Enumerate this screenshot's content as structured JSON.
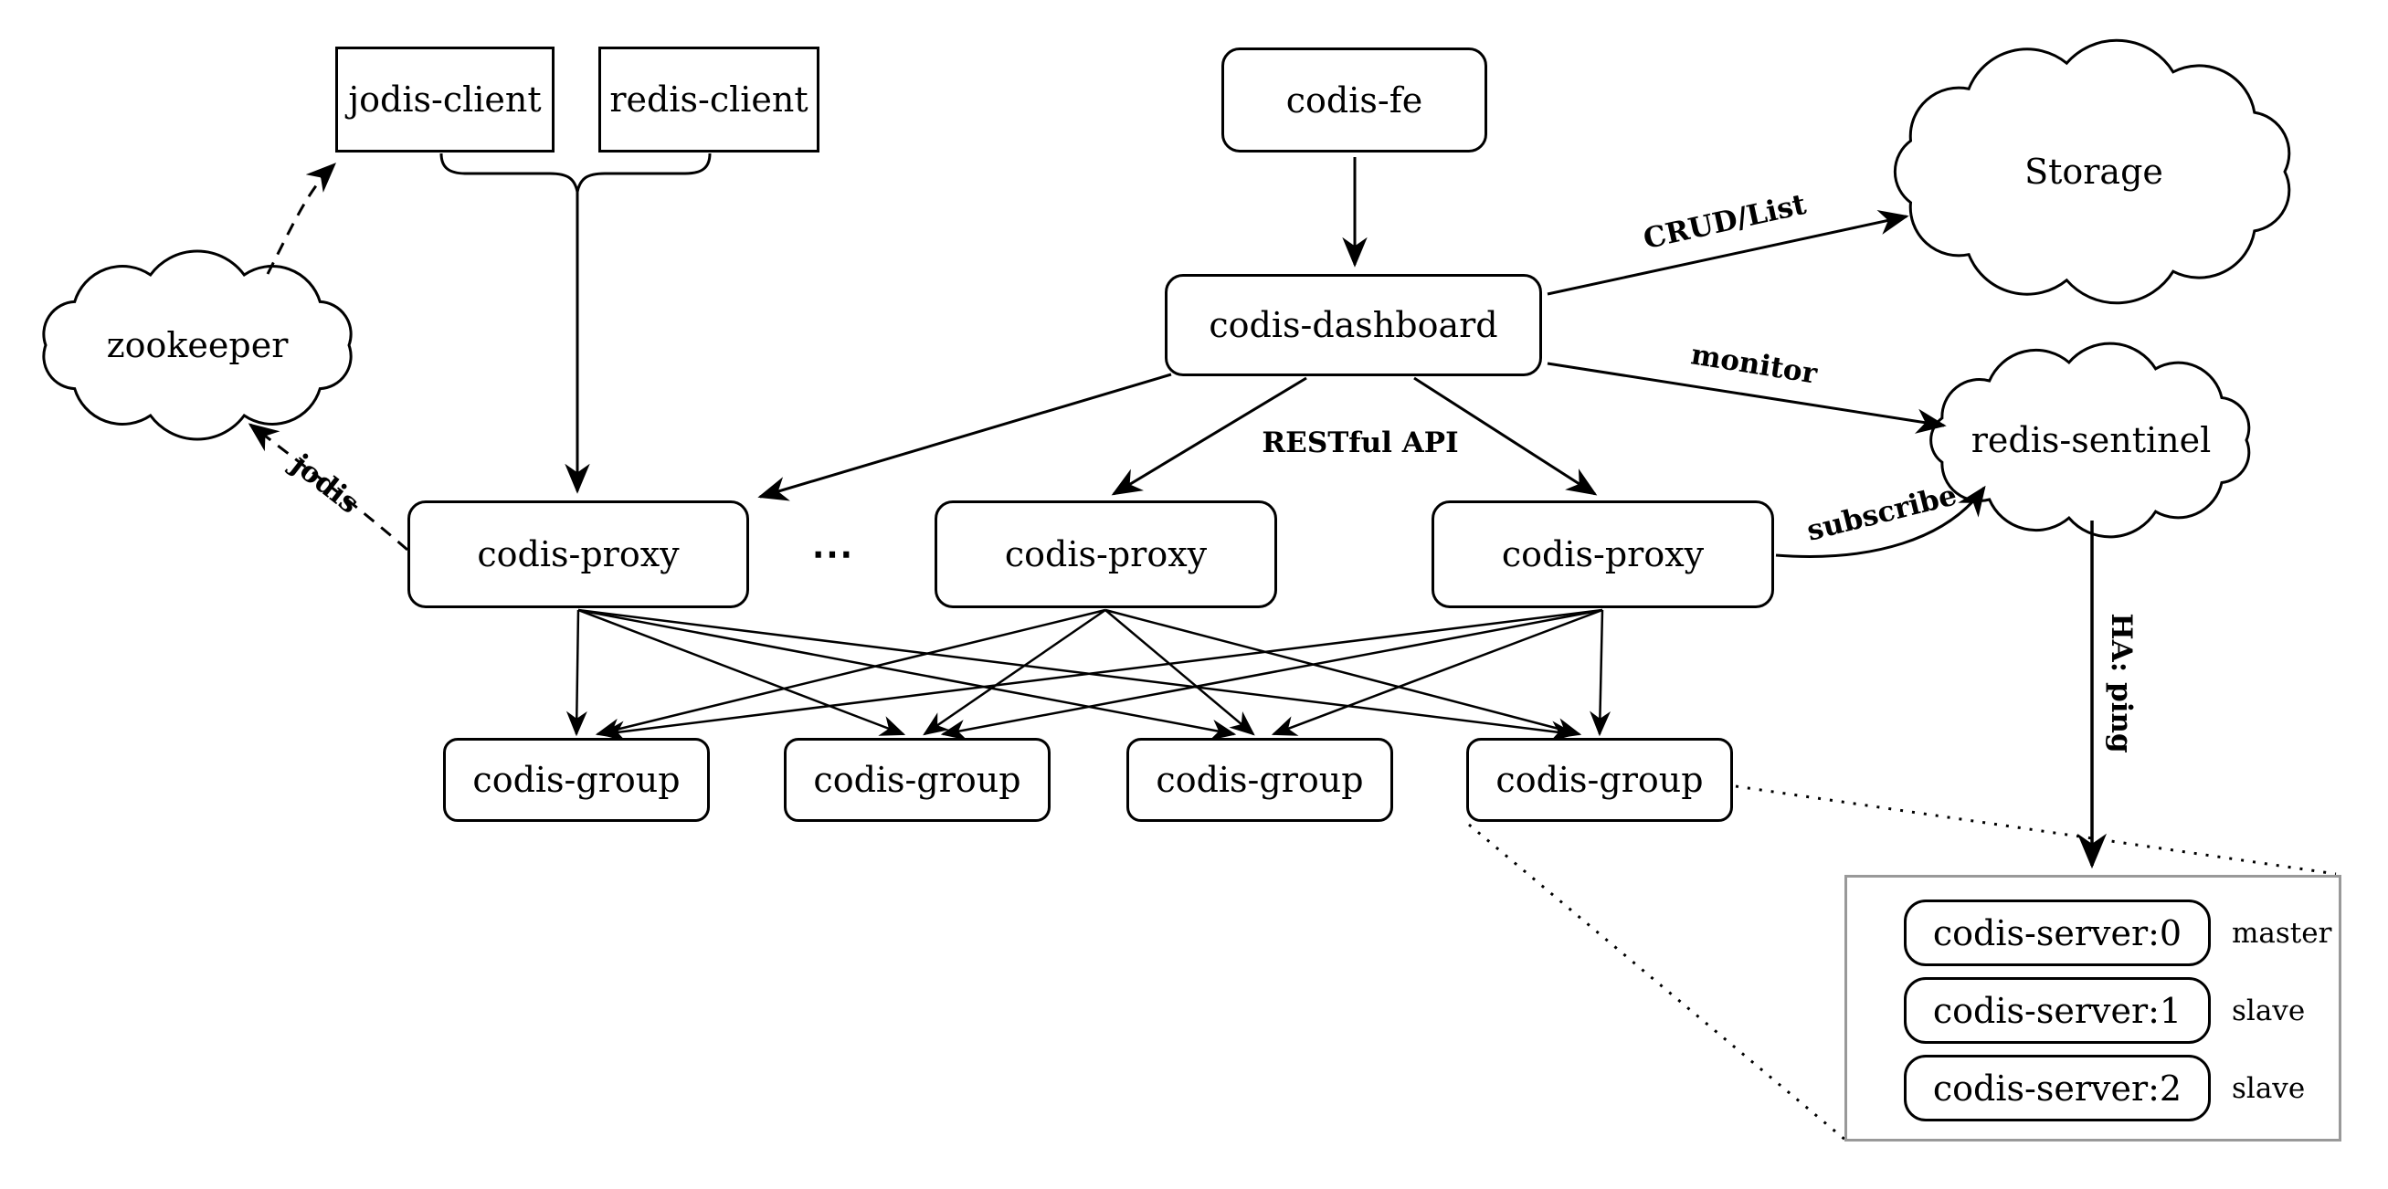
{
  "diagram": {
    "title": "codis architecture diagram",
    "colors": {
      "stroke": "#000000",
      "background": "#ffffff",
      "container_border": "#999999"
    },
    "nodes": {
      "jodis_client": {
        "label": "jodis-client"
      },
      "redis_client": {
        "label": "redis-client"
      },
      "codis_fe": {
        "label": "codis-fe"
      },
      "storage": {
        "label": "Storage"
      },
      "zookeeper": {
        "label": "zookeeper"
      },
      "codis_dashboard": {
        "label": "codis-dashboard"
      },
      "redis_sentinel": {
        "label": "redis-sentinel"
      },
      "codis_proxy_1": {
        "label": "codis-proxy"
      },
      "codis_proxy_2": {
        "label": "codis-proxy"
      },
      "codis_proxy_3": {
        "label": "codis-proxy"
      },
      "proxy_ellipsis": "⋯",
      "codis_group_1": {
        "label": "codis-group"
      },
      "codis_group_2": {
        "label": "codis-group"
      },
      "codis_group_3": {
        "label": "codis-group"
      },
      "codis_group_4": {
        "label": "codis-group"
      },
      "codis_server_0": {
        "label": "codis-server:0",
        "role": "master"
      },
      "codis_server_1": {
        "label": "codis-server:1",
        "role": "slave"
      },
      "codis_server_2": {
        "label": "codis-server:2",
        "role": "slave"
      }
    },
    "edge_labels": {
      "crud_list": "CRUD/List",
      "monitor": "monitor",
      "restful_api": "RESTful API",
      "subscribe": "subscribe",
      "jodis": "jodis",
      "ha_ping": "HA: ping"
    }
  }
}
